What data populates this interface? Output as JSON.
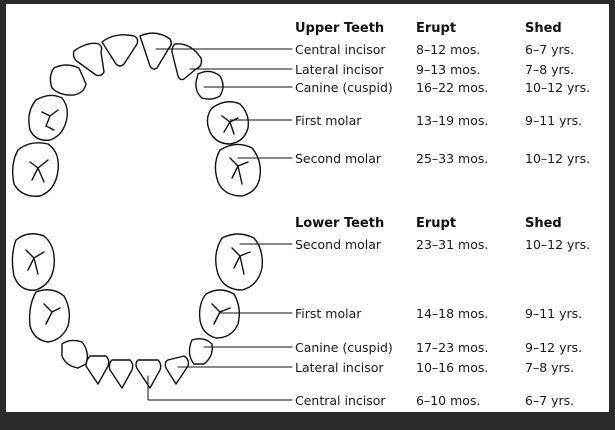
{
  "upper": {
    "headers": {
      "group": "Upper Teeth",
      "erupt": "Erupt",
      "shed": "Shed"
    },
    "rows": [
      {
        "name": "Central incisor",
        "erupt": "8–12 mos.",
        "shed": "6–7 yrs."
      },
      {
        "name": "Lateral incisor",
        "erupt": "9–13 mos.",
        "shed": "7–8 yrs."
      },
      {
        "name": "Canine (cuspid)",
        "erupt": "16–22 mos.",
        "shed": "10–12 yrs."
      },
      {
        "name": "First molar",
        "erupt": "13–19 mos.",
        "shed": "9–11 yrs."
      },
      {
        "name": "Second molar",
        "erupt": "25–33 mos.",
        "shed": "10–12 yrs."
      }
    ]
  },
  "lower": {
    "headers": {
      "group": "Lower Teeth",
      "erupt": "Erupt",
      "shed": "Shed"
    },
    "rows": [
      {
        "name": "Second molar",
        "erupt": "23–31 mos.",
        "shed": "10–12 yrs."
      },
      {
        "name": "First molar",
        "erupt": "14–18 mos.",
        "shed": "9–11 yrs."
      },
      {
        "name": "Canine (cuspid)",
        "erupt": "17–23 mos.",
        "shed": "9–12 yrs."
      },
      {
        "name": "Lateral incisor",
        "erupt": "10–16 mos.",
        "shed": "7–8 yrs."
      },
      {
        "name": "Central incisor",
        "erupt": "6–10 mos.",
        "shed": "6–7 yrs."
      }
    ]
  }
}
